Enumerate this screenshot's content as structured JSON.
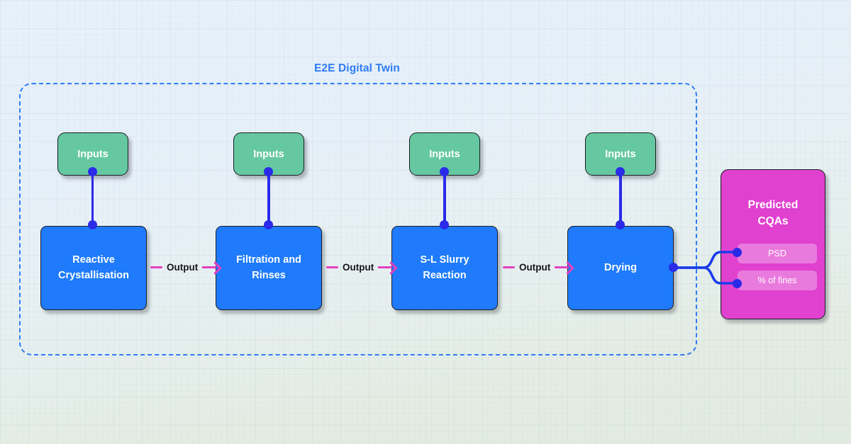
{
  "diagram": {
    "title": "E2E Digital Twin",
    "title_color": "#2f7bf6",
    "background_colors": {
      "top": "#e7f1fb",
      "bottom": "#e2ebe0",
      "container_border": "#2f7bf6"
    },
    "node_colors": {
      "inputs": "#65c8a0",
      "stage": "#1f7bfb",
      "cqa": "#e041cf",
      "cqa_pill": "#ec85dc",
      "connector": "#2a2ae8",
      "output_arrow": "#e53fc0"
    },
    "inputs": [
      {
        "label": "Inputs"
      },
      {
        "label": "Inputs"
      },
      {
        "label": "Inputs"
      },
      {
        "label": "Inputs"
      }
    ],
    "stages": [
      {
        "label": "Reactive Crystallisation",
        "line1": "Reactive",
        "line2": "Crystallisation"
      },
      {
        "label": "Filtration and Rinses",
        "line1": "Filtration and",
        "line2": "Rinses"
      },
      {
        "label": "S-L Slurry Reaction",
        "line1": "S-L Slurry",
        "line2": "Reaction"
      },
      {
        "label": "Drying",
        "line1": "Drying",
        "line2": ""
      }
    ],
    "output_labels": [
      {
        "label": "Output"
      },
      {
        "label": "Output"
      },
      {
        "label": "Output"
      }
    ],
    "cqa_panel": {
      "title_line1": "Predicted",
      "title_line2": "CQAs",
      "items": [
        {
          "label": "PSD"
        },
        {
          "label": "% of fines"
        }
      ]
    }
  }
}
